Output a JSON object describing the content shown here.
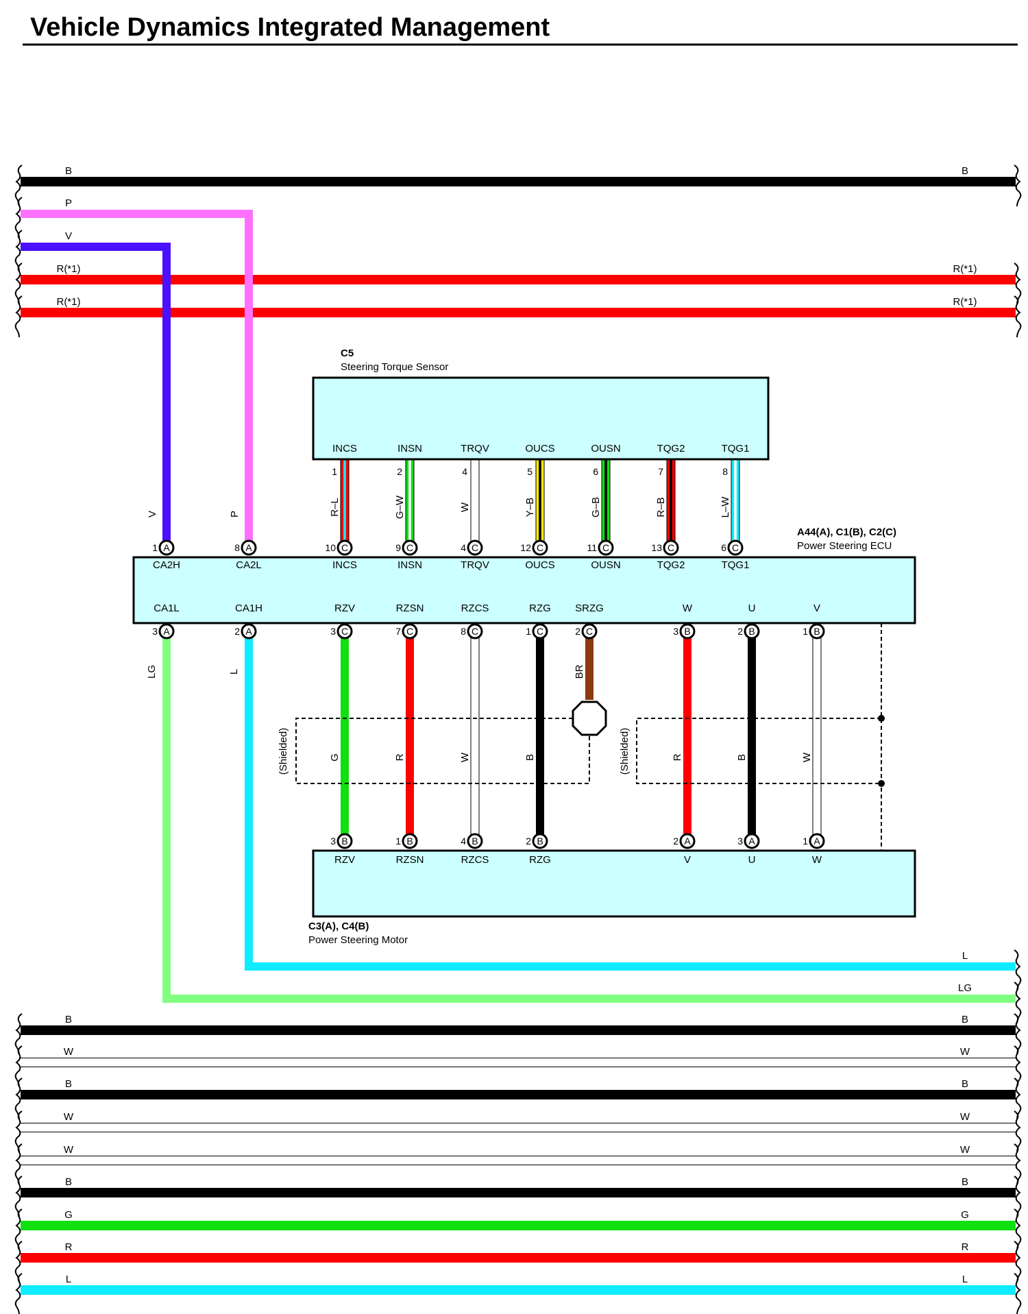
{
  "title": "Vehicle Dynamics Integrated Management",
  "colors": {
    "B": "#000000",
    "W": "#ffffff",
    "P": "#ff70ff",
    "V": "#4a10ff",
    "R": "#ff0000",
    "G": "#10e010",
    "L": "#10ecff",
    "LG": "#80ff80",
    "Y": "#ffea00",
    "BR": "#8b3a10",
    "box_fill": "#ccffff"
  },
  "top_wires": [
    {
      "label_left": "B",
      "label_right": "B",
      "color": "B"
    },
    {
      "label_left": "P",
      "label_right": "",
      "color": "P"
    },
    {
      "label_left": "V",
      "label_right": "",
      "color": "V"
    },
    {
      "label_left": "R(*1)",
      "label_right": "R(*1)",
      "color": "R"
    },
    {
      "label_left": "R(*1)",
      "label_right": "R(*1)",
      "color": "R"
    }
  ],
  "bottom_wires": [
    {
      "label_left": "",
      "label_right": "L",
      "color": "L"
    },
    {
      "label_left": "",
      "label_right": "LG",
      "color": "LG"
    },
    {
      "label_left": "B",
      "label_right": "B",
      "color": "B"
    },
    {
      "label_left": "W",
      "label_right": "W",
      "color": "W"
    },
    {
      "label_left": "B",
      "label_right": "B",
      "color": "B"
    },
    {
      "label_left": "W",
      "label_right": "W",
      "color": "W"
    },
    {
      "label_left": "W",
      "label_right": "W",
      "color": "W"
    },
    {
      "label_left": "B",
      "label_right": "B",
      "color": "B"
    },
    {
      "label_left": "G",
      "label_right": "G",
      "color": "G"
    },
    {
      "label_left": "R",
      "label_right": "R",
      "color": "R"
    },
    {
      "label_left": "L",
      "label_right": "L",
      "color": "L"
    }
  ],
  "sensor": {
    "code": "C5",
    "name": "Steering Torque Sensor",
    "terminals": [
      {
        "name": "INCS",
        "pin": "1",
        "wire": "R–L",
        "c1": "R",
        "c2": "L",
        "ecu_pin": "10",
        "ecu_conn": "C"
      },
      {
        "name": "INSN",
        "pin": "2",
        "wire": "G–W",
        "c1": "G",
        "c2": "W",
        "ecu_pin": "9",
        "ecu_conn": "C"
      },
      {
        "name": "TRQV",
        "pin": "4",
        "wire": "W",
        "c1": "W",
        "c2": "",
        "ecu_pin": "4",
        "ecu_conn": "C"
      },
      {
        "name": "OUCS",
        "pin": "5",
        "wire": "Y–B",
        "c1": "Y",
        "c2": "B",
        "ecu_pin": "12",
        "ecu_conn": "C"
      },
      {
        "name": "OUSN",
        "pin": "6",
        "wire": "G–B",
        "c1": "G",
        "c2": "B",
        "ecu_pin": "11",
        "ecu_conn": "C"
      },
      {
        "name": "TQG2",
        "pin": "7",
        "wire": "R–B",
        "c1": "R",
        "c2": "B",
        "ecu_pin": "13",
        "ecu_conn": "C"
      },
      {
        "name": "TQG1",
        "pin": "8",
        "wire": "L–W",
        "c1": "L",
        "c2": "W",
        "ecu_pin": "6",
        "ecu_conn": "C"
      }
    ]
  },
  "ecu": {
    "code": "A44(A), C1(B), C2(C)",
    "name": "Power Steering ECU",
    "can_top": [
      {
        "name": "CA2H",
        "pin": "1",
        "conn": "A",
        "wire": "V",
        "color": "V"
      },
      {
        "name": "CA2L",
        "pin": "8",
        "conn": "A",
        "wire": "P",
        "color": "P"
      }
    ],
    "can_bottom": [
      {
        "name": "CA1L",
        "pin": "3",
        "conn": "A",
        "wire": "LG",
        "color": "LG"
      },
      {
        "name": "CA1H",
        "pin": "2",
        "conn": "A",
        "wire": "L",
        "color": "L"
      }
    ],
    "bottom_terms": [
      {
        "name": "RZV",
        "pin": "3",
        "conn": "C"
      },
      {
        "name": "RZSN",
        "pin": "7",
        "conn": "C"
      },
      {
        "name": "RZCS",
        "pin": "8",
        "conn": "C"
      },
      {
        "name": "RZG",
        "pin": "1",
        "conn": "C"
      },
      {
        "name": "SRZG",
        "pin": "2",
        "conn": "C"
      },
      {
        "name": "W",
        "pin": "3",
        "conn": "B"
      },
      {
        "name": "U",
        "pin": "2",
        "conn": "B"
      },
      {
        "name": "V",
        "pin": "1",
        "conn": "B"
      }
    ]
  },
  "motor": {
    "code": "C3(A), C4(B)",
    "name": "Power Steering Motor",
    "terms": [
      {
        "name": "RZV",
        "pin": "3",
        "conn": "B",
        "wire": "G",
        "color": "G"
      },
      {
        "name": "RZSN",
        "pin": "1",
        "conn": "B",
        "wire": "R",
        "color": "R"
      },
      {
        "name": "RZCS",
        "pin": "4",
        "conn": "B",
        "wire": "W",
        "color": "W"
      },
      {
        "name": "RZG",
        "pin": "2",
        "conn": "B",
        "wire": "B",
        "color": "B"
      },
      {
        "name": "V",
        "pin": "2",
        "conn": "A",
        "wire": "R",
        "color": "R"
      },
      {
        "name": "U",
        "pin": "3",
        "conn": "A",
        "wire": "B",
        "color": "B"
      },
      {
        "name": "W",
        "pin": "1",
        "conn": "A",
        "wire": "W",
        "color": "W"
      }
    ]
  },
  "srzg_wire": "BR",
  "shielded_label": "(Shielded)"
}
